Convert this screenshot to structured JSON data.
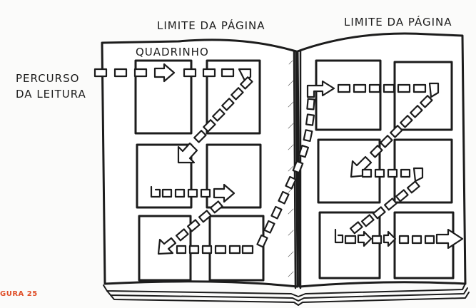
{
  "labels": {
    "page_limit_left": "LIMITE DA PÁGINA",
    "page_limit_right": "LIMITE DA PÁGINA",
    "panel": "QUADRINHO",
    "reading_path_line1": "PERCURSO",
    "reading_path_line2": "DA LEITURA",
    "figure": "GURA 25"
  },
  "colors": {
    "ink": "#1c1c1c",
    "paper": "#ffffff",
    "figure_label": "#e0502a"
  }
}
